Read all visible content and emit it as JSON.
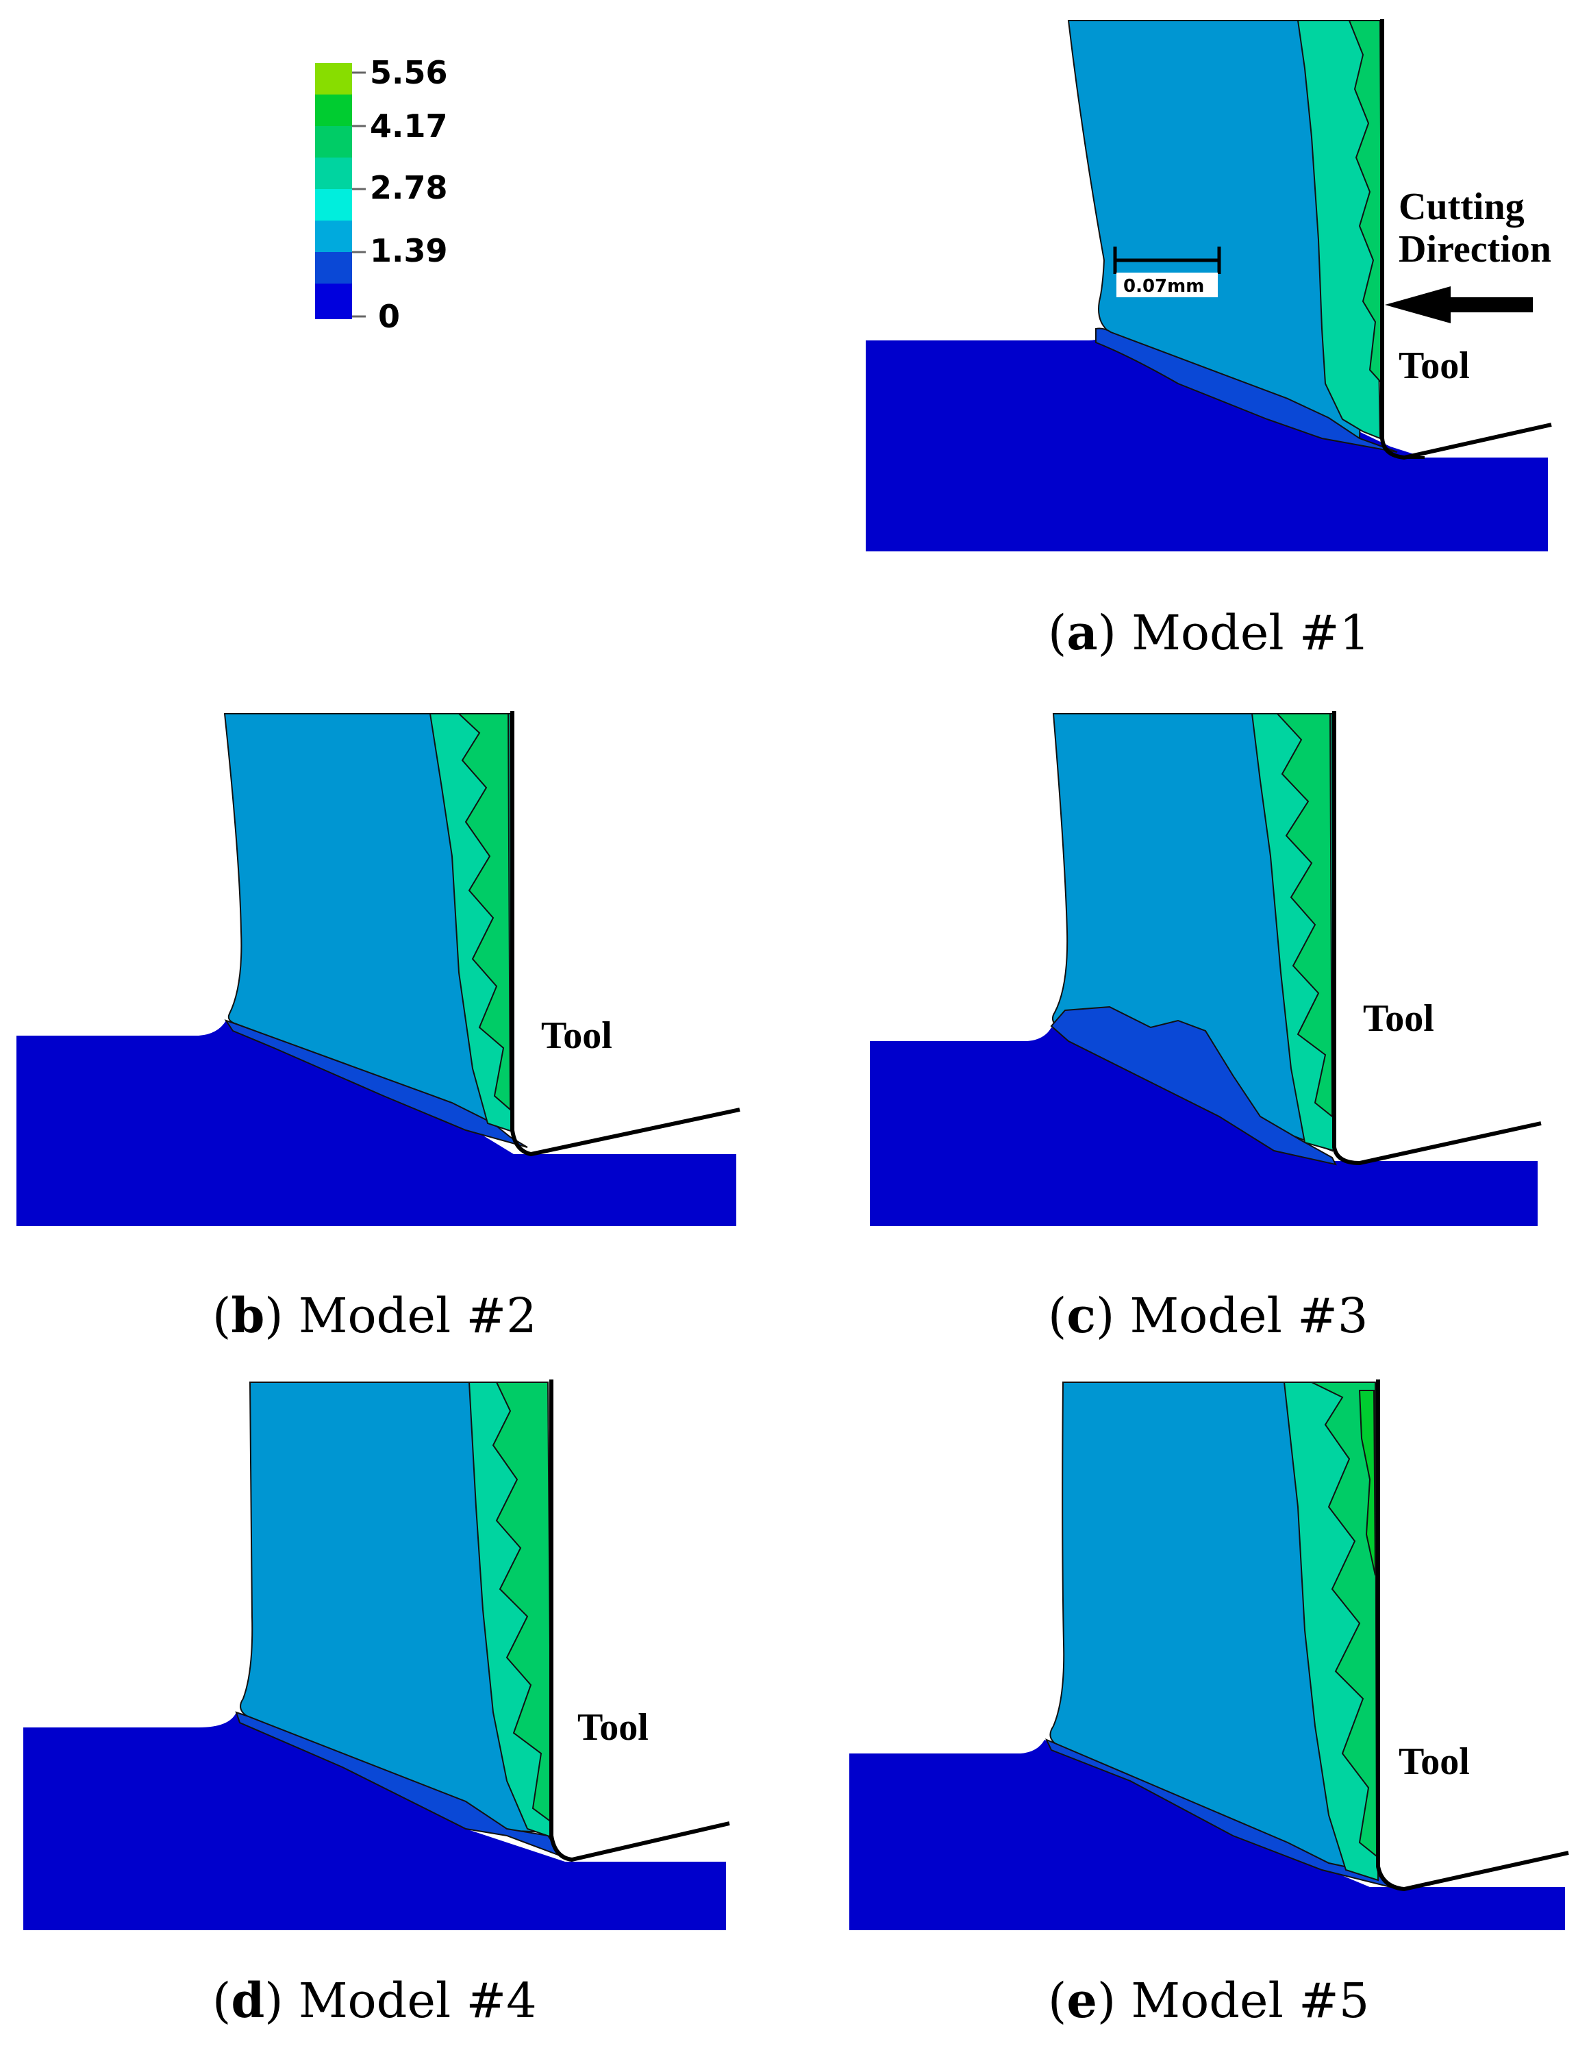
{
  "colors": {
    "level_0": "#0000cc",
    "level_1": "#0a48d6",
    "level_2": "#0096d2",
    "level_3": "#00c8c8",
    "level_4": "#00d4a0",
    "level_5": "#00cc66",
    "level_6": "#00cc30",
    "level_7": "#88dd00",
    "tool": "#000000"
  },
  "legend": {
    "labels": [
      "5.56",
      "4.17",
      "2.78",
      "1.39",
      "0"
    ]
  },
  "scale_bar": {
    "label": "0.07mm"
  },
  "annotations": {
    "cutting_direction_line1": "Cutting",
    "cutting_direction_line2": "Direction",
    "tool": "Tool"
  },
  "panels": [
    {
      "letter": "a",
      "label": "Model #1"
    },
    {
      "letter": "b",
      "label": "Model #2"
    },
    {
      "letter": "c",
      "label": "Model #3"
    },
    {
      "letter": "d",
      "label": "Model #4"
    },
    {
      "letter": "e",
      "label": "Model #5"
    }
  ]
}
